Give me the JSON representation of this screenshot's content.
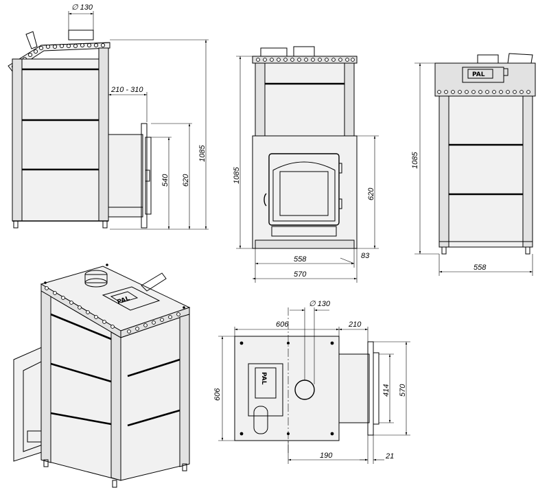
{
  "drawing": {
    "side_view": {
      "dims": {
        "flue_diameter": "∅ 130",
        "firebox_extension": "210 - 310",
        "door_height": "540",
        "firebox_height": "620",
        "total_height": "1085"
      }
    },
    "front_view": {
      "dims": {
        "total_height": "1085",
        "firebox_height": "620",
        "body_width": "558",
        "side_offset": "83",
        "overall_width": "570"
      }
    },
    "back_view": {
      "logo": "PAL",
      "dims": {
        "total_height": "1085",
        "body_width": "558"
      }
    },
    "isometric_view": {
      "logo": "PAL"
    },
    "top_view": {
      "logo": "PAL",
      "dims": {
        "flue_diameter": "∅ 130",
        "body_width": "606",
        "firebox_extension": "210",
        "body_depth": "606",
        "tunnel_width": "414",
        "flange_width": "570",
        "flue_offset": "190",
        "flange_thickness": "21"
      }
    }
  }
}
